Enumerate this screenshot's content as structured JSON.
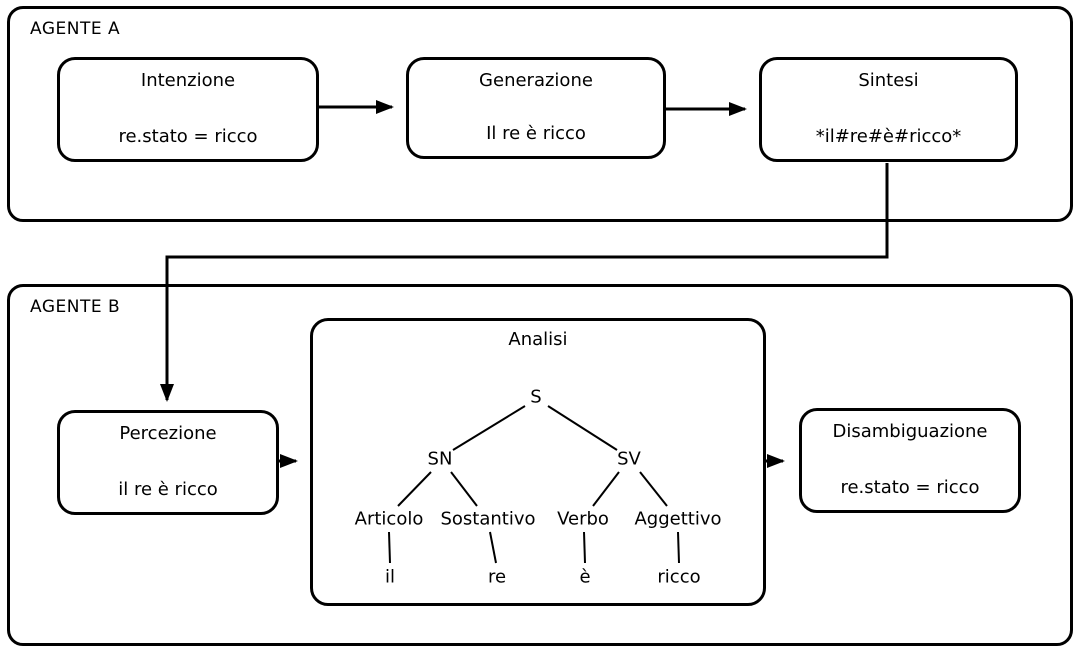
{
  "colors": {
    "background": "#ffffff",
    "stroke": "#000000",
    "text": "#000000"
  },
  "agent_a": {
    "label": "AGENTE A",
    "boxes": {
      "intenzione": {
        "title": "Intenzione",
        "value": "re.stato = ricco"
      },
      "generazione": {
        "title": "Generazione",
        "value": "Il re è ricco"
      },
      "sintesi": {
        "title": "Sintesi",
        "value": "*il#re#è#ricco*"
      }
    }
  },
  "agent_b": {
    "label": "AGENTE B",
    "boxes": {
      "percezione": {
        "title": "Percezione",
        "value": "il re è ricco"
      },
      "analisi": {
        "title": "Analisi",
        "tree": {
          "s": "S",
          "sn": "SN",
          "sv": "SV",
          "articolo": "Articolo",
          "sostantivo": "Sostantivo",
          "verbo": "Verbo",
          "aggettivo": "Aggettivo",
          "il": "il",
          "re": "re",
          "e_verb": "è",
          "ricco": "ricco"
        }
      },
      "disambiguazione": {
        "title": "Disambiguazione",
        "value": "re.stato = ricco"
      }
    }
  }
}
